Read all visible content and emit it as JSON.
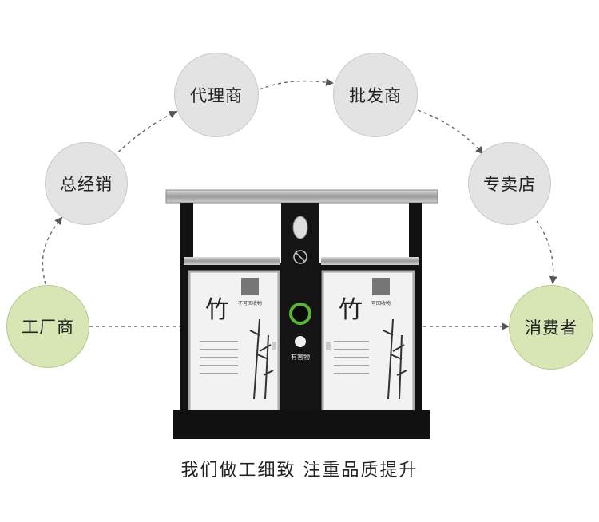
{
  "diagram": {
    "nodes": [
      {
        "id": "factory",
        "label": "工厂商",
        "color": "#d8e6b6"
      },
      {
        "id": "general",
        "label": "总经销",
        "color": "#e3e3e3"
      },
      {
        "id": "agent",
        "label": "代理商",
        "color": "#e3e3e3"
      },
      {
        "id": "wholesale",
        "label": "批发商",
        "color": "#e3e3e3"
      },
      {
        "id": "store",
        "label": "专卖店",
        "color": "#e3e3e3"
      },
      {
        "id": "consumer",
        "label": "消费者",
        "color": "#d8e6b6"
      }
    ],
    "edges": [
      {
        "from": "factory",
        "to": "general"
      },
      {
        "from": "general",
        "to": "agent"
      },
      {
        "from": "agent",
        "to": "wholesale"
      },
      {
        "from": "wholesale",
        "to": "store"
      },
      {
        "from": "store",
        "to": "consumer"
      },
      {
        "from": "factory",
        "to": "consumer"
      }
    ]
  },
  "product": {
    "bin_label": "竹",
    "recycle_label": "不可回收物",
    "recycle_label_right": "可回收物",
    "center_label": "有害物",
    "icons": [
      "recycle-icon",
      "no-litter-icon"
    ]
  },
  "caption": "我们做工细致  注重品质提升"
}
